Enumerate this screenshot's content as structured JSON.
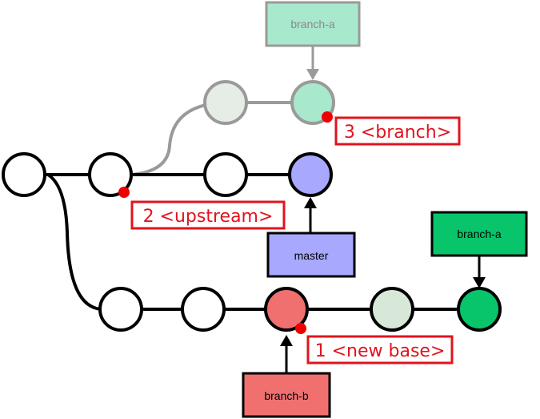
{
  "branches": {
    "branch_a_old": "branch-a",
    "branch_a_new": "branch-a",
    "master": "master",
    "branch_b": "branch-b"
  },
  "callouts": {
    "branch": "3 <branch>",
    "upstream": "2 <upstream>",
    "new_base": "1 <new base>"
  },
  "colors": {
    "faded_green": "#a8e8cc",
    "faded_gray": "#e6ede6",
    "blue": "#a8a8ff",
    "red": "#f07070",
    "green": "#08c46a",
    "pale_commit": "#d8e8d8",
    "callout_red": "#e0141e"
  }
}
